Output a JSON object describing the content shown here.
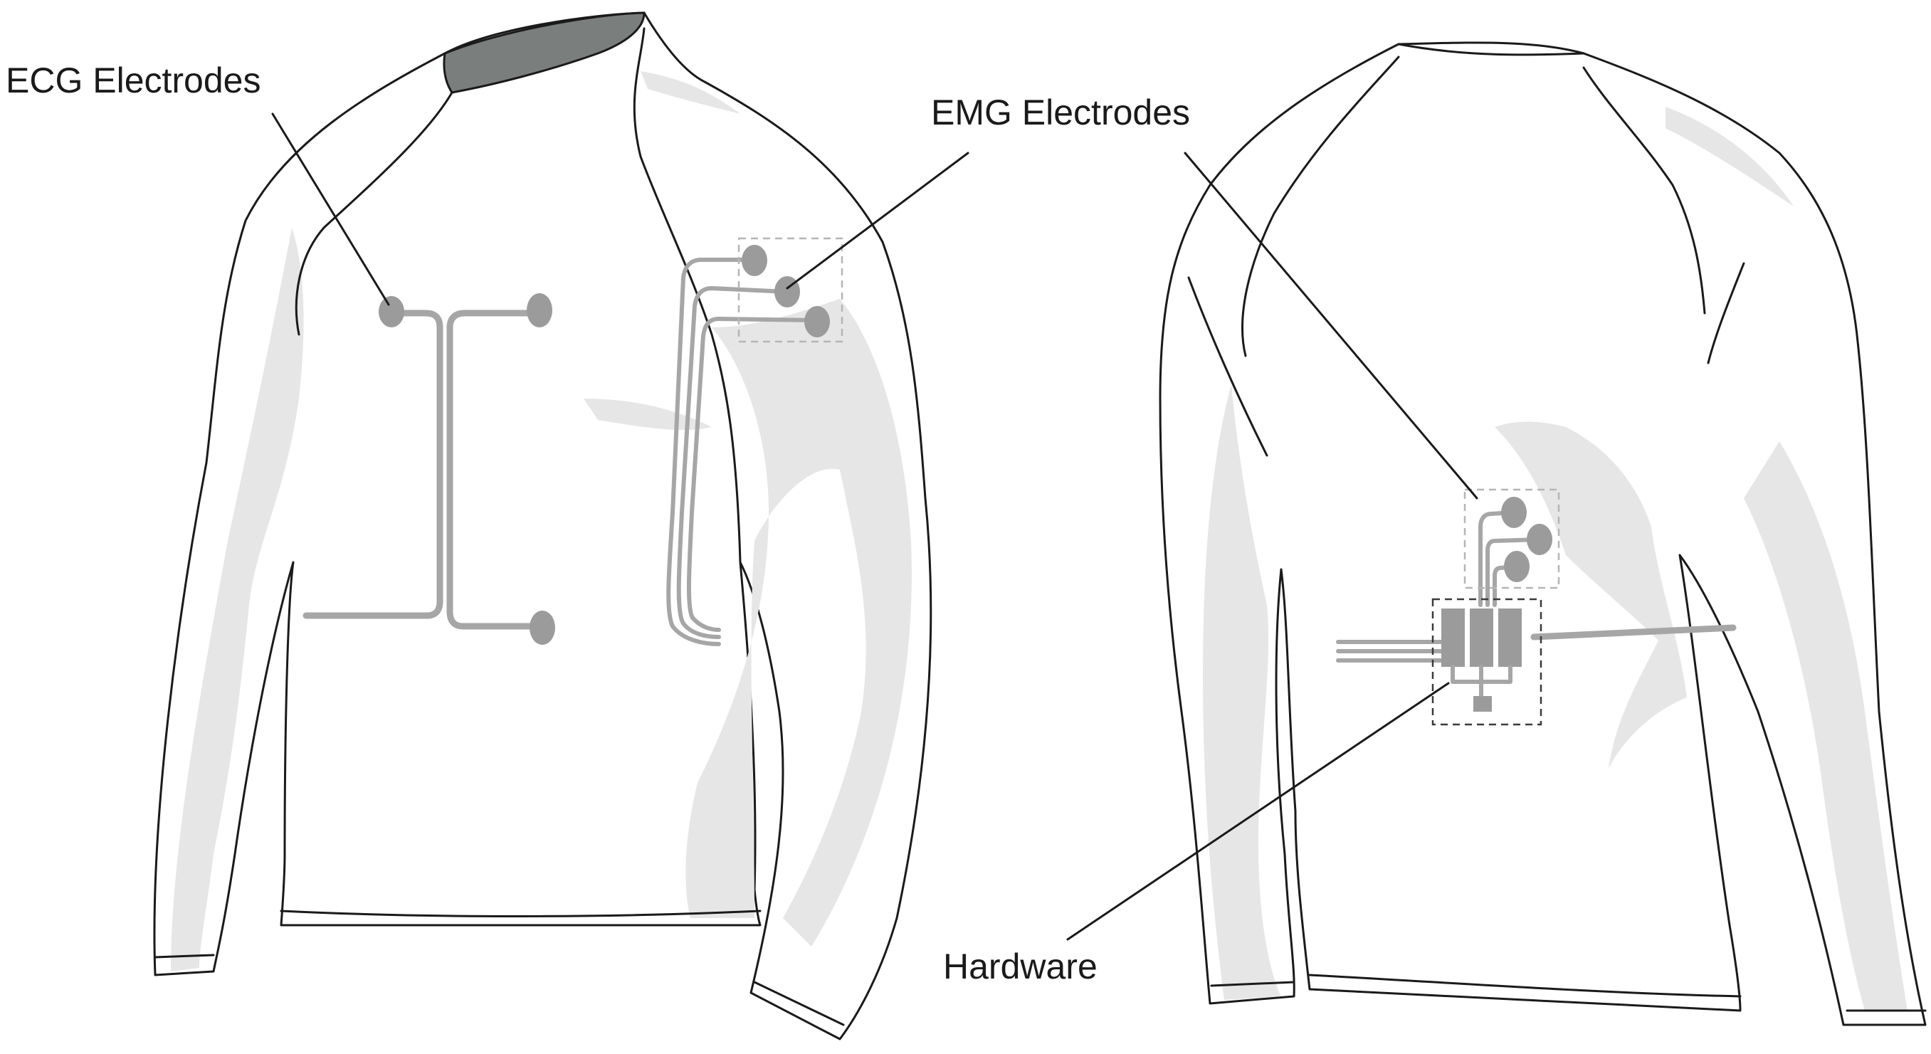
{
  "labels": {
    "ecg": "ECG Electrodes",
    "emg": "EMG Electrodes",
    "hardware": "Hardware"
  },
  "colors": {
    "outline": "#1a1a1a",
    "fabric": "#ffffff",
    "shading": "#e6e6e6",
    "collar": "#7a7f7d",
    "trace": "#a6a6a6",
    "electrode": "#9b9b9b"
  },
  "components": {
    "front_ecg_electrodes": 3,
    "front_emg_electrodes": 3,
    "back_emg_electrodes": 3,
    "hardware_modules": 3
  }
}
